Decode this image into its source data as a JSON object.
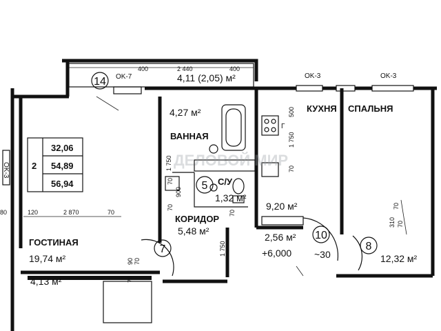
{
  "balcony": {
    "number": "14",
    "label": "OK-7",
    "dim_left": "400",
    "dim_total": "2 440",
    "dim_right": "400",
    "area": "4,11 (2,05) м²"
  },
  "rooms": {
    "living": {
      "name": "ГОСТИНАЯ",
      "area": "19,74 м²"
    },
    "bath": {
      "name": "ВАННАЯ",
      "area": "4,27 м²"
    },
    "corridor": {
      "name": "КОРИДОР",
      "area": "5,48 м²"
    },
    "wc": {
      "name": "С/У",
      "area": "1,32 м²"
    },
    "kitchen": {
      "name": "КУХНЯ",
      "area": "9,20 м²"
    },
    "bedroom": {
      "name": "СПАЛЬНЯ",
      "area": "12,32 м²"
    },
    "hall": {
      "area": "2,56 м²"
    },
    "bottom_left": {
      "area": "4,13 м²"
    }
  },
  "summary_table": {
    "rooms": "2",
    "values": [
      "32,06",
      "54,89",
      "56,94"
    ]
  },
  "windows": {
    "kitchen": "OK-3",
    "bedroom": "OK-3",
    "living_side": "OK-3"
  },
  "circles": [
    "5",
    "7",
    "8",
    "10"
  ],
  "dimensions": {
    "living_120": "120",
    "living_2870": "2 870",
    "living_70": "70",
    "left_80": "80",
    "bath_1750": "1 750",
    "bath_70": "70",
    "bath_900": "900",
    "bath_70b": "70",
    "kitchen_500": "500",
    "kitchen_1750": "1 750",
    "kitchen_70": "70",
    "corr_70": "70",
    "corr_1750": "1 750",
    "bed_310": "310",
    "bed_70": "70",
    "bed_70b": "70",
    "liv_90": "90",
    "liv_70": "70",
    "liv_70b": "70"
  },
  "annotations": {
    "kitchen_g": "Г",
    "elevation": "+6,000",
    "angle": "~30"
  },
  "watermark": "ДЕЛОВОЙ МИР"
}
